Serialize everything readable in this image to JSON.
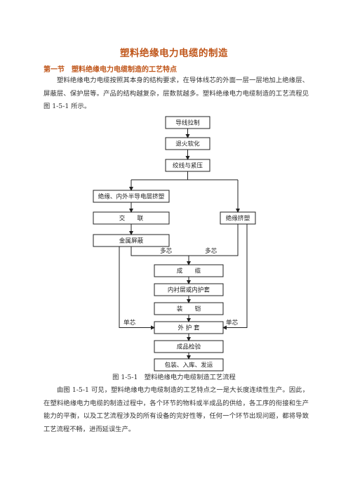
{
  "title": "塑料绝缘电力电缆的制造",
  "section_heading": "第一节　塑料绝缘电力电缆制造的工艺特点",
  "paragraph1": "塑料绝缘电力电缆按照其本身的结构要求，在导体线芯的外面一层一层地加上绝缘层、屏蔽层、保护层等。产品的结构越复杂，层数就越多。塑料绝缘电力电缆制造的工艺流程见图 1-5-1 所示。",
  "flow": {
    "draw_wire": "导线拉制",
    "anneal": "退火软化",
    "strand": "绞线与紧压",
    "extrude_semicon": "绝缘、内外半导电层挤塑",
    "crosslink": "交　　联",
    "metal_shield": "金属屏蔽",
    "insulation_extrude": "绝缘挤塑",
    "cabling": "成　　缆",
    "inner_sheath": "内衬层或内护套",
    "armor": "装　　铠",
    "outer_sheath": "外 护 套",
    "inspection": "成品检验",
    "packing": "包装、入库、发运",
    "label_multi_left": "多芯",
    "label_multi_right": "多芯",
    "label_single_left": "单芯",
    "label_single_right": "单芯"
  },
  "caption": "图 1-5-1　塑料绝缘电力电缆制造工艺流程",
  "paragraph2": "由图 1-5-1 可见，塑料绝缘电力电缆制造的工艺特点之一是大长度连续性生产。因此，在塑料绝缘电力电缆的制造过程中，各个环节的物料或半成品的供给，各工序的衔接和生产能力的平衡，以及工艺流程涉及的所有设备的完好性等，任何一个环节出现问题，都将导致工艺流程不畅，进而延误生产。"
}
